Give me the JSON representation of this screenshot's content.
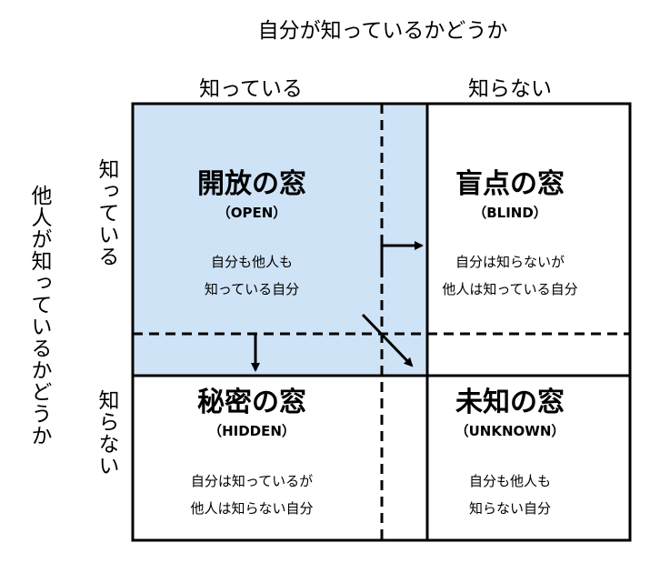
{
  "header": {
    "top_title": "自分が知っているかどうか",
    "left_title": "他人が知っているかどうか"
  },
  "columns": {
    "known": "知っている",
    "unknown": "知らない"
  },
  "rows": {
    "known": "知っている",
    "unknown": "知らない"
  },
  "quadrants": {
    "open": {
      "title": "開放の窓",
      "subtitle": "（OPEN）",
      "line1": "自分も他人も",
      "line2": "知っている自分"
    },
    "blind": {
      "title": "盲点の窓",
      "subtitle": "（BLIND）",
      "line1": "自分は知らないが",
      "line2": "他人は知っている自分"
    },
    "hidden": {
      "title": "秘密の窓",
      "subtitle": "（HIDDEN）",
      "line1": "自分は知っているが",
      "line2": "他人は知らない自分"
    },
    "unknown": {
      "title": "未知の窓",
      "subtitle": "（UNKNOWN）",
      "line1": "自分も他人も",
      "line2": "知らない自分"
    }
  },
  "colors": {
    "open_fill": "#cfe3f7",
    "stroke": "#000000"
  }
}
